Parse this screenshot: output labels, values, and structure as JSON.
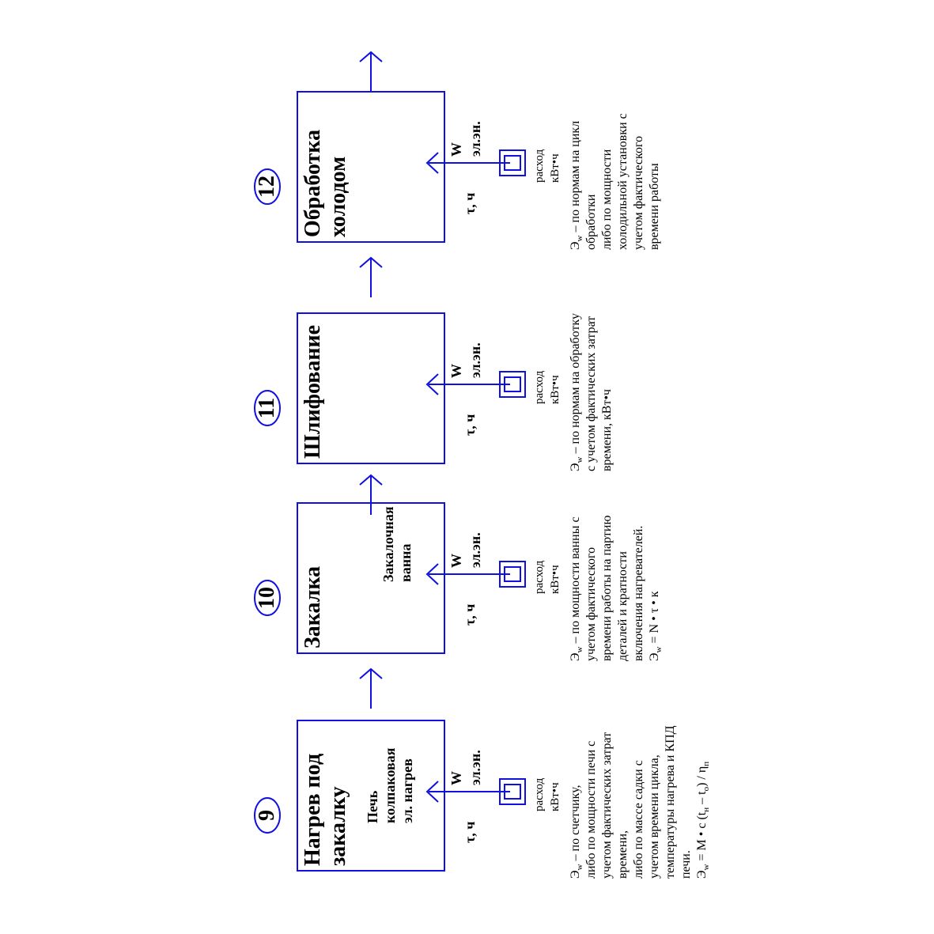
{
  "stages": [
    {
      "number": "9",
      "title_lines": [
        "Нагрев под",
        "закалку"
      ],
      "equipment_lines": [
        "Печь",
        "колпаковая",
        "эл. нагрев"
      ],
      "time_label": "τ, ч",
      "power_label": "W",
      "energy_label": "эл.эн.",
      "meter_label_lines": [
        "расход",
        "кВт•ч"
      ],
      "note_lines": [
        "Э_w – по счетчику,",
        "либо по мощности печи с",
        "учетом фактических затрат",
        "времени,",
        "либо по массе садки с",
        "учетом времени цикла,",
        "температуры нагрева и КПД",
        "печи.",
        "Э_w = M • c (t_н – t_о) / η_п"
      ]
    },
    {
      "number": "10",
      "title_lines": [
        "Закалка"
      ],
      "equipment_lines": [
        "Закалочная",
        "ванна"
      ],
      "time_label": "τ, ч",
      "power_label": "W",
      "energy_label": "эл.эн.",
      "meter_label_lines": [
        "расход",
        "кВт•ч"
      ],
      "note_lines": [
        "Э_w – по мощности ванны с",
        "учетом фактического",
        "времени работы на партию",
        "деталей и кратности",
        "включения нагревателей.",
        "Э_w = N • τ • к"
      ]
    },
    {
      "number": "11",
      "title_lines": [
        "Шлифование"
      ],
      "equipment_lines": [],
      "time_label": "τ, ч",
      "power_label": "W",
      "energy_label": "эл.эн.",
      "meter_label_lines": [
        "расход",
        "кВт•ч"
      ],
      "note_lines": [
        "Э_w – по нормам на обработку",
        "с учетом фактических затрат",
        "времени, кВт•ч"
      ]
    },
    {
      "number": "12",
      "title_lines": [
        "Обработка",
        "холодом"
      ],
      "equipment_lines": [],
      "time_label": "τ, ч",
      "power_label": "W",
      "energy_label": "эл.эн.",
      "meter_label_lines": [
        "расход",
        "кВт•ч"
      ],
      "note_lines": [
        "Э_w – по нормам на цикл",
        "обработки",
        "либо по мощности",
        "холодильной установки с",
        "учетом фактического",
        "времени работы"
      ]
    }
  ],
  "colors": {
    "line": "#1010e0",
    "text": "#000000",
    "background": "#ffffff"
  }
}
